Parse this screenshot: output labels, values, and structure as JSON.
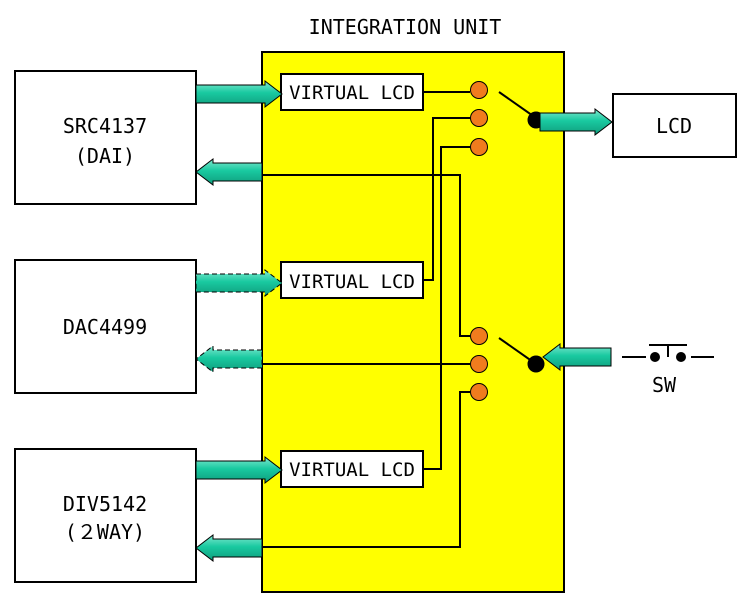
{
  "integration_unit": {
    "title": "INTEGRATION UNIT"
  },
  "left_blocks": [
    {
      "line1": "SRC4137",
      "line2": "(DAI)"
    },
    {
      "line1": "DAC4499",
      "line2": ""
    },
    {
      "line1": "DIV5142",
      "line2": "(２WAY)"
    }
  ],
  "virtual_lcds": [
    {
      "label": "VIRTUAL LCD"
    },
    {
      "label": "VIRTUAL LCD"
    },
    {
      "label": "VIRTUAL LCD"
    }
  ],
  "lcd": {
    "label": "LCD"
  },
  "sw": {
    "label": "SW"
  },
  "colors": {
    "unit_fill": "#ffff00",
    "arrow_fill": "#19c9a0",
    "port_fill": "#f07c1e",
    "line": "#000000"
  },
  "arrow_styles": [
    "solid",
    "solid",
    "dashed",
    "dashed",
    "solid",
    "solid"
  ]
}
